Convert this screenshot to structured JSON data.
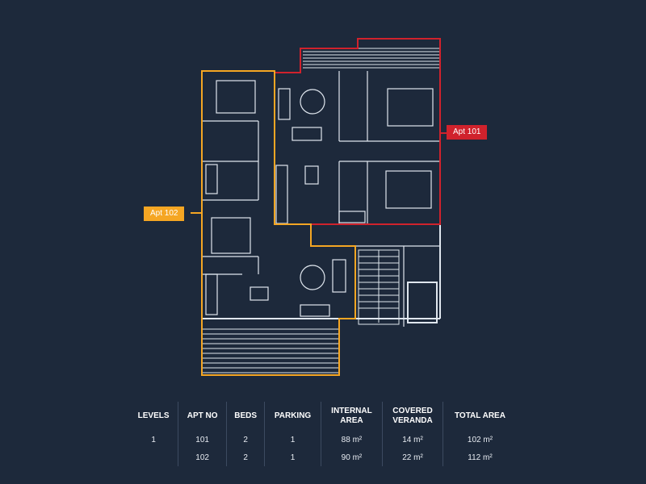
{
  "labels": {
    "apt101": "Apt 101",
    "apt102": "Apt 102"
  },
  "colors": {
    "background": "#1d293b",
    "plan_lines": "#dfe6ee",
    "apt101_outline": "#d0222c",
    "apt102_outline": "#f5a623"
  },
  "table": {
    "headers": {
      "levels": "LEVELS",
      "apt_no": "APT NO",
      "beds": "BEDS",
      "parking": "PARKING",
      "internal_area_1": "INTERNAL",
      "internal_area_2": "AREA",
      "covered_veranda_1": "COVERED",
      "covered_veranda_2": "VERANDA",
      "total_area": "TOTAL AREA"
    },
    "rows": [
      {
        "levels": "1",
        "apt_no": "101",
        "beds": "2",
        "parking": "1",
        "internal_area": "88 m²",
        "covered_veranda": "14 m²",
        "total_area": "102 m²"
      },
      {
        "levels": "",
        "apt_no": "102",
        "beds": "2",
        "parking": "1",
        "internal_area": "90 m²",
        "covered_veranda": "22 m²",
        "total_area": "112 m²"
      }
    ]
  }
}
